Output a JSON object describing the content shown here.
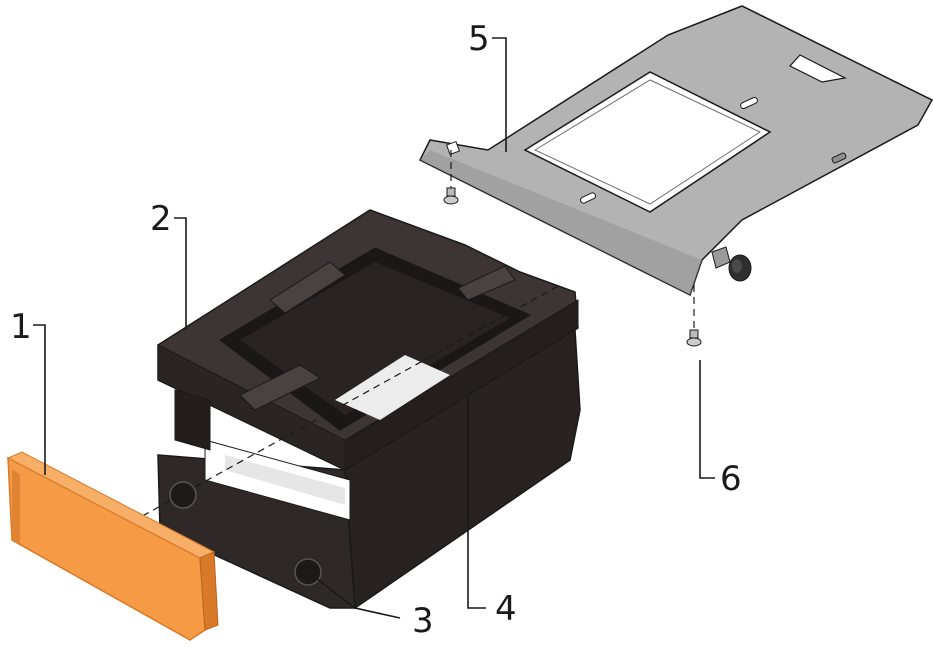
{
  "callouts": [
    {
      "id": "1",
      "label": "1",
      "part": "cover"
    },
    {
      "id": "2",
      "label": "2",
      "part": "housing"
    },
    {
      "id": "3",
      "label": "3",
      "part": "knob"
    },
    {
      "id": "4",
      "label": "4",
      "part": "housing-edge"
    },
    {
      "id": "5",
      "label": "5",
      "part": "mounting-plate"
    },
    {
      "id": "6",
      "label": "6",
      "part": "screw"
    }
  ],
  "colors": {
    "cover": "#f59a45",
    "cover_shade": "#d97a2a",
    "housing_top": "#3d3535",
    "housing_front": "#2f2828",
    "housing_side": "#282222",
    "plate": "#b3b3b3",
    "plate_shade": "#8f8f8f",
    "outline": "#1a1a1a"
  }
}
